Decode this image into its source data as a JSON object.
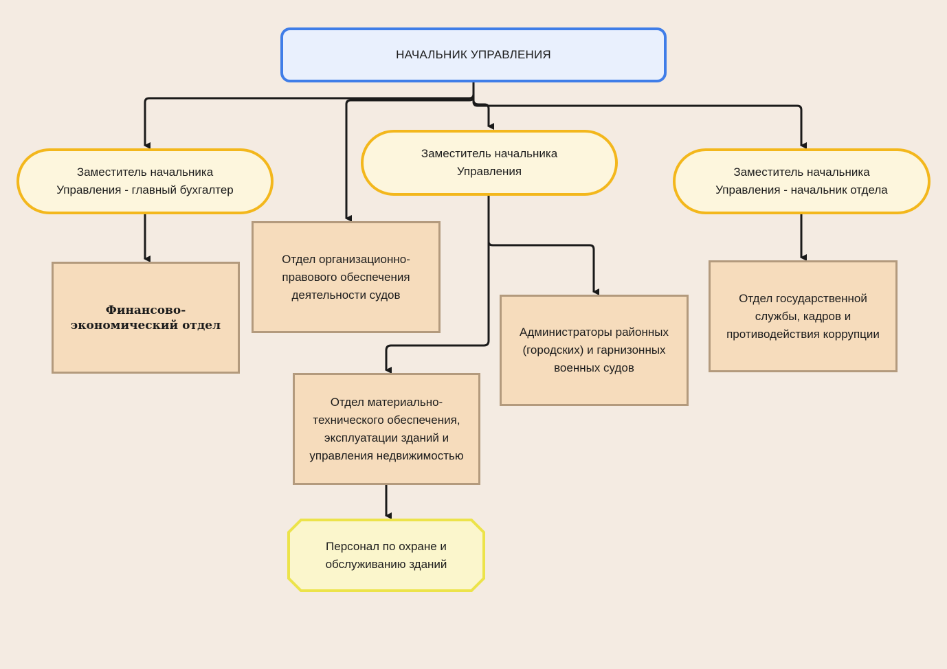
{
  "diagram": {
    "head": {
      "label": "НАЧАЛЬНИК УПРАВЛЕНИЯ"
    },
    "deputies": [
      {
        "label": "Заместитель начальника Управления - главный бухгалтер"
      },
      {
        "label": "Заместитель начальника Управления"
      },
      {
        "label": "Заместитель начальника Управления - начальник отдела"
      }
    ],
    "departments": [
      {
        "label": "Финансово-экономический отдел"
      },
      {
        "label": "Отдел организационно-правового обеспечения деятельности судов"
      },
      {
        "label": "Отдел материально-технического обеспечения, эксплуатации зданий и управления недвижимостью"
      },
      {
        "label": "Администраторы районных (городских) и гарнизонных военных судов"
      },
      {
        "label": "Отдел государственной службы, кадров и противодействия коррупции"
      }
    ],
    "staff": {
      "label": "Персонал по охране и обслуживанию зданий"
    }
  },
  "colors": {
    "background": "#f4ebe2",
    "head_border": "#3f7de8",
    "head_fill": "#e9f0fd",
    "deputy_border": "#f3b71c",
    "deputy_fill": "#fdf6dd",
    "dept_border": "#b39a7d",
    "dept_fill": "#f6dcbc",
    "staff_border": "#ece34a",
    "staff_fill": "#fbf6cc",
    "connector": "#1a1a1a"
  }
}
